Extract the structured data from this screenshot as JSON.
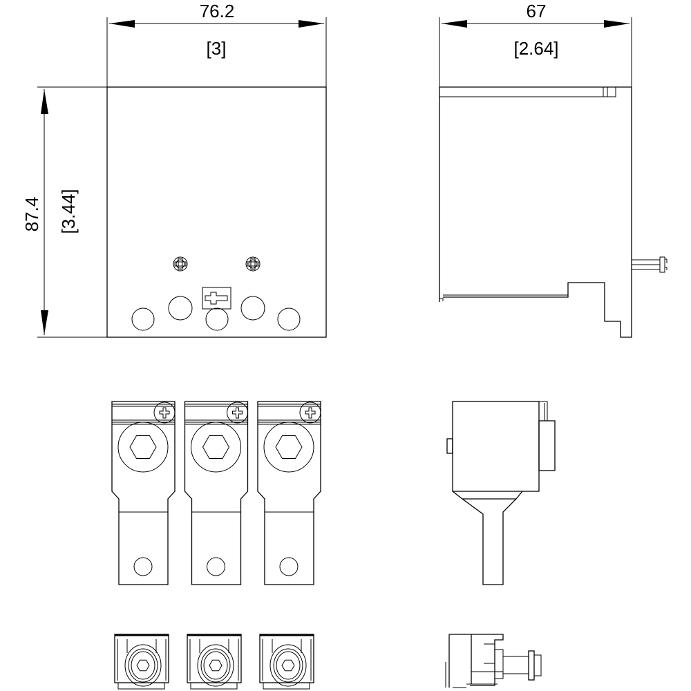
{
  "drawing": {
    "front_view": {
      "width_dimension": "76.2",
      "width_dimension_inches": "[3]",
      "height_dimension": "87.4",
      "height_dimension_inches": "[3.44]"
    },
    "side_view": {
      "depth_dimension": "67",
      "depth_dimension_inches": "[2.64]"
    },
    "line_color": "#000000",
    "background_color": "#ffffff",
    "terminal_lug_count": 3
  }
}
